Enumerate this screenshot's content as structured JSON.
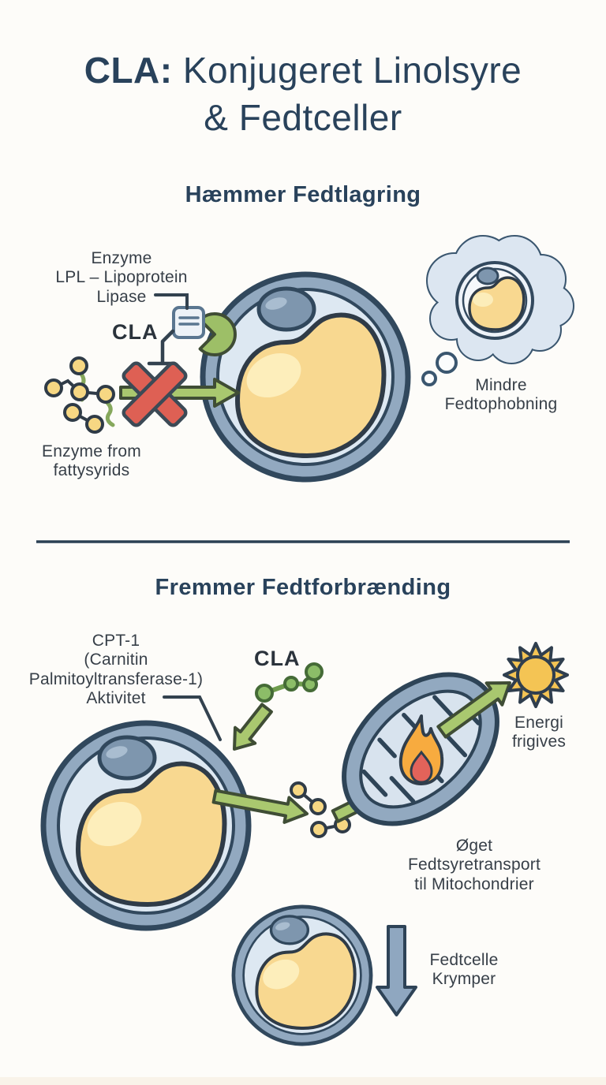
{
  "title": {
    "strong": "CLA:",
    "rest": " Konjugeret Linolsyre",
    "line2": "& Fedtceller"
  },
  "section1": {
    "heading": "Hæmmer Fedtlagring",
    "labels": {
      "enzyme_lpl": "Enzyme\nLPL – Lipoprotein\nLipase",
      "cla": "CLA",
      "fatty_acids": "Enzyme from\nfattysyrids",
      "result": "Mindre\nFedtophobning"
    }
  },
  "section2": {
    "heading": "Fremmer Fedtforbrænding",
    "labels": {
      "cpt1": "CPT-1\n(Carnitin\nPalmitoyltransferase-1)\nAktivitet",
      "cla": "CLA",
      "energy": "Energi\nfrigives",
      "transport": "Øget Fedtsyretransport\ntil Mitochondrier",
      "shrink": "Fedtcelle\nKrymper"
    }
  },
  "colors": {
    "background": "#fdfcf9",
    "heading_text": "#29425b",
    "label_text": "#373f48",
    "cell_membrane": "#92a9c0",
    "cell_outline": "#31485d",
    "cytoplasm": "#dde8f2",
    "lipid_yellow": "#f8d890",
    "nucleus_blue": "#7890aa",
    "arrow_green": "#a9c86f",
    "block_red": "#de6054",
    "molecule_yellow": "#f6d783",
    "cla_molecule_green": "#8cbd68",
    "sun_yellow": "#f4c454",
    "flame_orange": "#f7ab3f",
    "flame_red": "#e2635a",
    "shrink_arrow_blue": "#8fa7c0",
    "thought_bubble": "#dce6f1"
  }
}
